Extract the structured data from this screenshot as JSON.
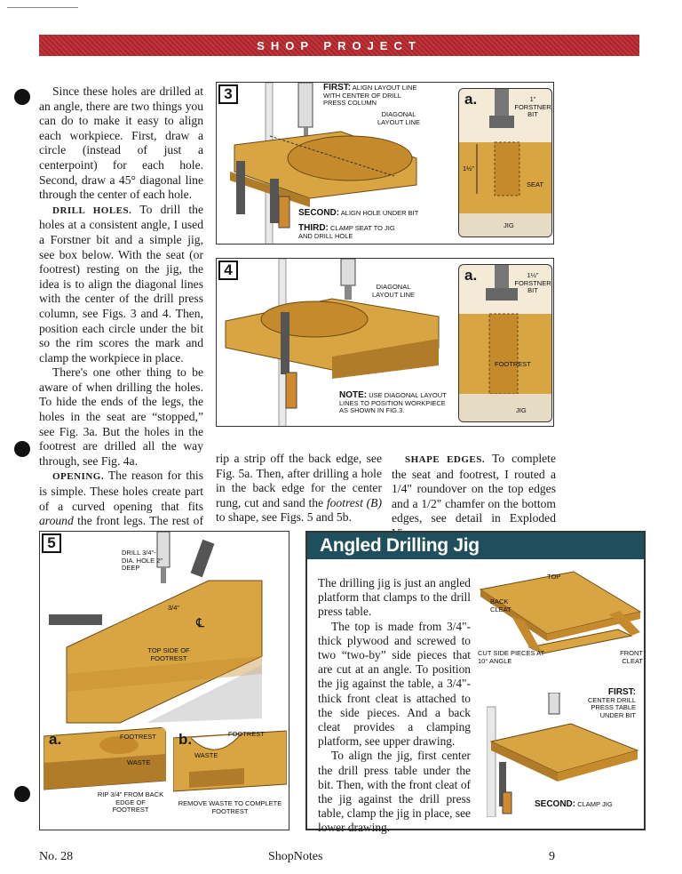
{
  "banner": {
    "title": "SHOP PROJECT"
  },
  "column_left": {
    "p1": "Since these holes are drilled at an angle, there are two things you can do to make it easy to align each workpiece. First, draw a circle (instead of just a centerpoint) for each hole. Second, draw a 45° diagonal line through the center of each hole.",
    "p2_head": "Drill Holes.",
    "p2": " To drill the holes at a consistent angle, I used a Forstner bit and a simple jig, see box below. With the seat (or footrest) resting on the jig, the idea is to align the diagonal lines with the center of the drill press column, see Figs. 3 and 4. Then, position each circle under the bit so the rim scores the mark and clamp the workpiece in place.",
    "p3": "There's one other thing to be aware of when drilling the holes. To hide the ends of the legs, the holes in the seat are “stopped,” see Fig. 3a. But the holes in the footrest are drilled all the way through, see Fig. 4a.",
    "p4_head": "Opening.",
    "p4": " The reason for this is simple. These holes create part of a curved opening that fits ",
    "p4_em": "around",
    "p4_end": " the front legs. The rest of this opening is formed as you complete the footrest. To do this,"
  },
  "column_mid": {
    "text_a": "rip a strip off the back edge, see Fig. 5a. Then, after drilling a hole in the back edge for the center rung, cut and sand the ",
    "text_em": "footrest (B)",
    "text_b": " to shape, see Figs. 5 and 5b."
  },
  "column_right": {
    "head": "Shape Edges.",
    "text": " To complete the seat and footrest, I routed a 1/4\" roundover on the top edges and a 1/2\" chamfer on the bottom edges, see detail in Exploded View."
  },
  "fig3": {
    "number": "3",
    "first": "FIRST:",
    "first_text": "ALIGN LAYOUT LINE WITH CENTER OF DRILL PRESS COLUMN",
    "diagonal": "DIAGONAL LAYOUT LINE",
    "second": "SECOND:",
    "second_text": "ALIGN HOLE UNDER BIT",
    "third": "THIRD:",
    "third_text": "CLAMP SEAT TO JIG AND DRILL HOLE",
    "detail_label": "a.",
    "bit": "1\" FORSTNER BIT",
    "depth": "1½\"",
    "seat": "SEAT",
    "jig": "JIG"
  },
  "fig4": {
    "number": "4",
    "diagonal": "DIAGONAL LAYOUT LINE",
    "note": "NOTE:",
    "note_text": "USE DIAGONAL LAYOUT LINES TO POSITION WORKPIECE AS SHOWN IN FIG.3.",
    "detail_label": "a.",
    "bit": "1½\" FORSTNER BIT",
    "footrest": "FOOTREST",
    "jig": "JIG"
  },
  "fig5": {
    "number": "5",
    "drill": "DRILL 3/4\"-DIA. HOLE 2\" DEEP",
    "dim": "3/4\"",
    "cl": "℄",
    "top_side": "TOP SIDE OF FOOTREST",
    "a_label": "a.",
    "a_footrest": "FOOTREST",
    "a_waste": "WASTE",
    "a_rip": "RIP 3/4\" FROM BACK EDGE OF FOOTREST",
    "b_label": "b.",
    "b_footrest": "FOOTREST",
    "b_waste": "WASTE",
    "b_remove": "REMOVE WASTE TO COMPLETE FOOTREST"
  },
  "jig_box": {
    "title": "Angled Drilling Jig",
    "p1": "The drilling jig is just an angled platform that clamps to the drill press table.",
    "p2": "The top is made from 3/4\"-thick plywood and screwed to two “two-by” side pieces that are cut at an angle. To position the jig against the table, a 3/4\"-thick front cleat is attached to the side pieces. And a back cleat provides a clamping platform, see upper drawing.",
    "p3": "To align the jig, first center the drill press table under the bit. Then, with the front cleat of the jig against the drill press table, clamp the jig in place, see lower drawing.",
    "top": "TOP",
    "back_cleat": "BACK CLEAT",
    "side_pieces": "CUT SIDE PIECES AT 10° ANGLE",
    "front_cleat": "FRONT CLEAT",
    "first": "FIRST:",
    "first_text": "CENTER DRILL PRESS TABLE UNDER BIT",
    "second": "SECOND:",
    "second_text": "CLAMP JIG"
  },
  "footer": {
    "issue": "No. 28",
    "magazine": "ShopNotes",
    "page": "9"
  }
}
